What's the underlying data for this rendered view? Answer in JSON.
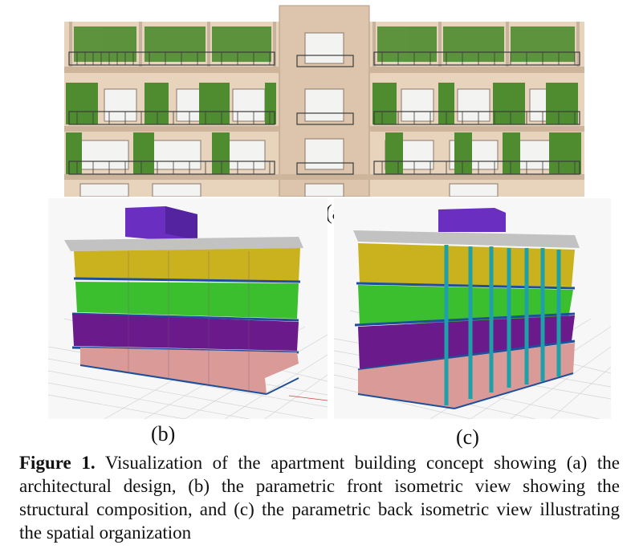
{
  "figure": {
    "panel_labels": {
      "a": "(a)",
      "b": "(b)",
      "c": "(c)"
    },
    "caption": {
      "label": "Figure 1.",
      "text": " Visualization of the apartment building concept showing (a) the architectural design, (b) the parametric front isometric view showing the structural composition, and (c) the parametric back isometric view illustrating the spatial organization"
    }
  },
  "colors": {
    "facade": "#e8d3bd",
    "stair_core": "#dcc5ac",
    "greenery": "#4f8c2f",
    "roof_slab": "#bfbfbf",
    "slab_edge": "#1f4f9a",
    "level_top": "#c9b21e",
    "level_green": "#3cbf2e",
    "level_purple": "#6a1a8a",
    "level_ground": "#d99a98",
    "rooftop_box": "#6a2ec0",
    "columns": "#1fa0a8"
  }
}
